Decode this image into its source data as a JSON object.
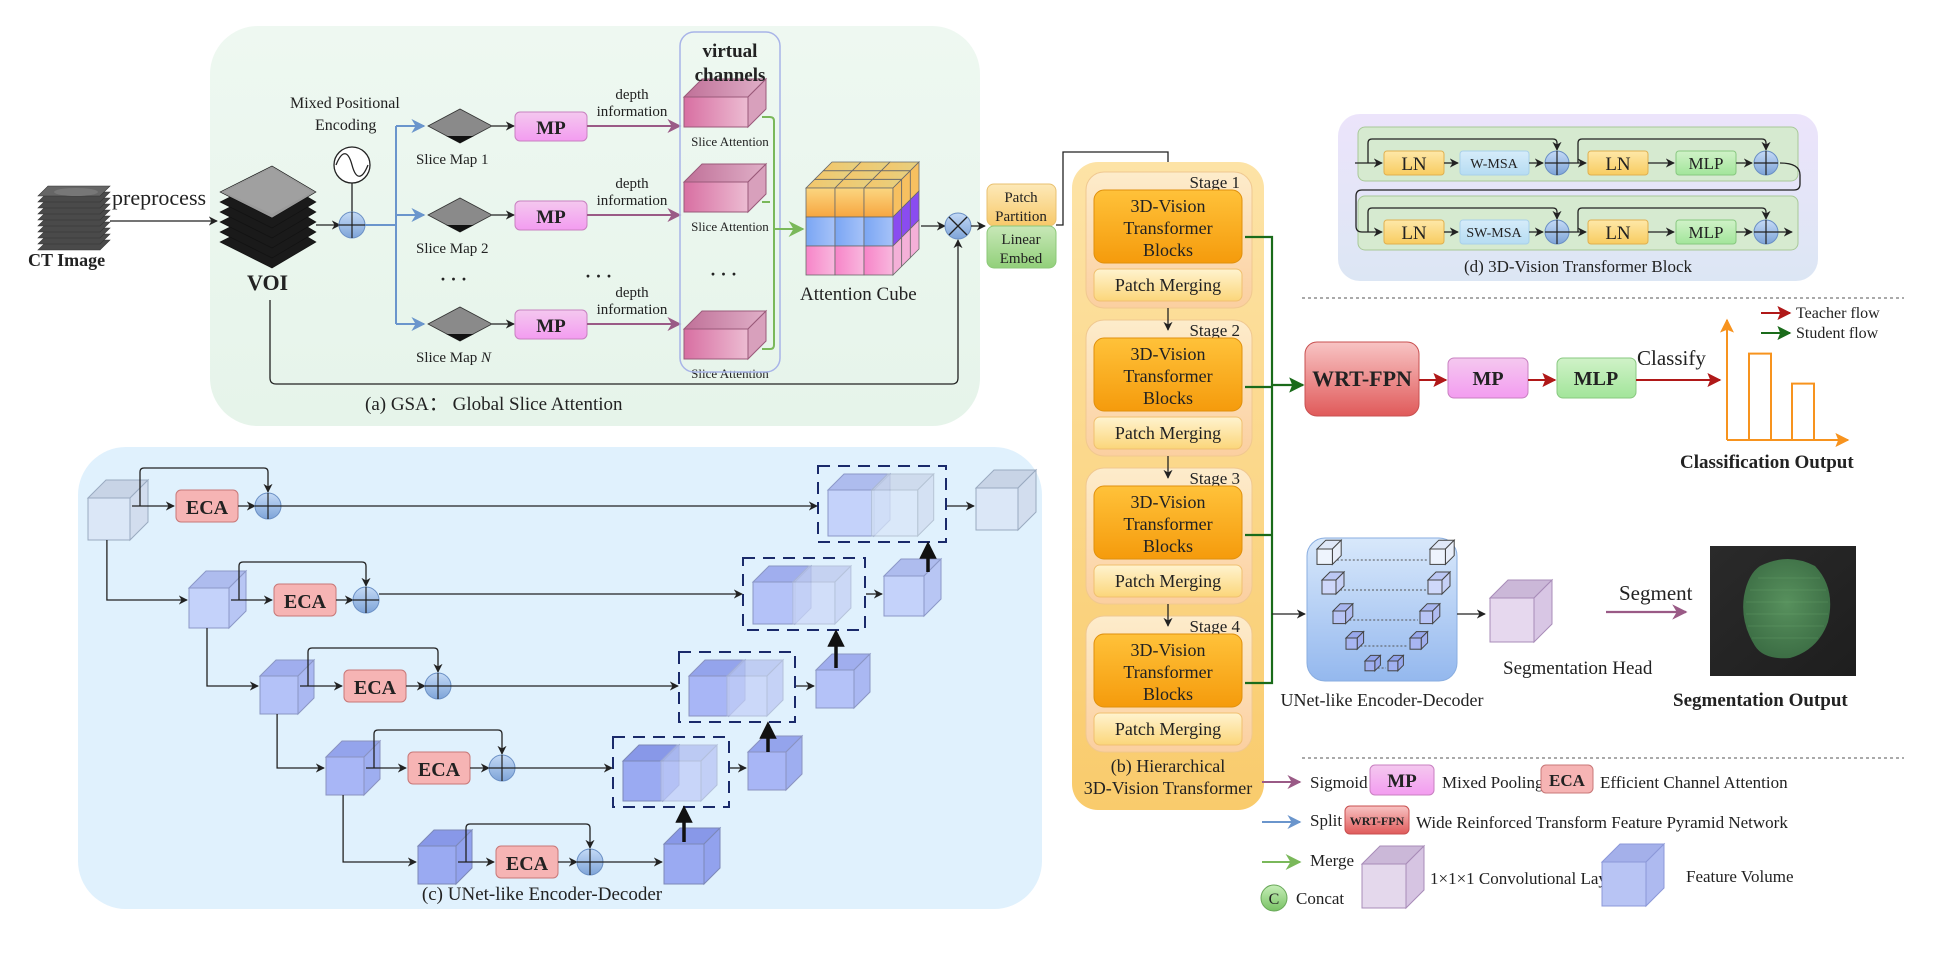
{
  "input": {
    "ct_label": "CT Image",
    "preprocess_label": "preprocess",
    "voi_label": "VOI"
  },
  "gsa": {
    "title": "(a) GSA： Global Slice Attention",
    "mpe_label_1": "Mixed Positional",
    "mpe_label_2": "Encoding",
    "slice_maps": [
      "Slice Map 1",
      "Slice Map 2",
      "Slice Map N"
    ],
    "mp_label": "MP",
    "depth_1": "depth",
    "depth_2": "information",
    "ellipsis": "· · ·",
    "virtual_1": "virtual",
    "virtual_2": "channels",
    "slice_attention": "Slice Attention",
    "attention_cube": "Attention Cube"
  },
  "patch": {
    "partition_1": "Patch",
    "partition_2": "Partition",
    "embed_1": "Linear",
    "embed_2": "Embed"
  },
  "hvt": {
    "stages": [
      "Stage 1",
      "Stage 2",
      "Stage 3",
      "Stage 4"
    ],
    "block_1": "3D-Vision",
    "block_2": "Transformer",
    "block_3": "Blocks",
    "merging": "Patch Merging",
    "title_1": "(b) Hierarchical",
    "title_2": "3D-Vision Transformer"
  },
  "vtb": {
    "ln": "LN",
    "wmsa": "W-MSA",
    "swmsa": "SW-MSA",
    "mlp": "MLP",
    "title": "(d) 3D-Vision Transformer Block"
  },
  "classification": {
    "wrtfpn": "WRT-FPN",
    "mp": "MP",
    "mlp": "MLP",
    "classify": "Classify",
    "output": "Classification Output",
    "teacher": "Teacher flow",
    "student": "Student flow",
    "bars": [
      0.72,
      0.47
    ]
  },
  "segmentation": {
    "unet": "UNet-like Encoder-Decoder",
    "head": "Segmentation Head",
    "segment": "Segment",
    "output": "Segmentation Output"
  },
  "unet_detail": {
    "eca": "ECA",
    "title": "(c) UNet-like Encoder-Decoder"
  },
  "legend": {
    "sigmoid": "Sigmoid",
    "split": "Split",
    "merge": "Merge",
    "concat": "Concat",
    "concat_glyph": "C",
    "mp": "MP",
    "mp_desc": "Mixed Pooling",
    "eca": "ECA",
    "eca_desc": "Efficient Channel Attention",
    "wrtfpn": "WRT-FPN",
    "wrtfpn_desc": "Wide Reinforced Transform Feature Pyramid Network",
    "conv_desc": "1×1×1 Convolutional Layer",
    "fv_desc": "Feature Volume"
  },
  "colors": {
    "teacher": "#b01818",
    "student": "#1a6b1a",
    "sigmoid": "#9a5a86",
    "split": "#6a95cc",
    "merge": "#7ab85a",
    "orange": "#f7931e"
  }
}
